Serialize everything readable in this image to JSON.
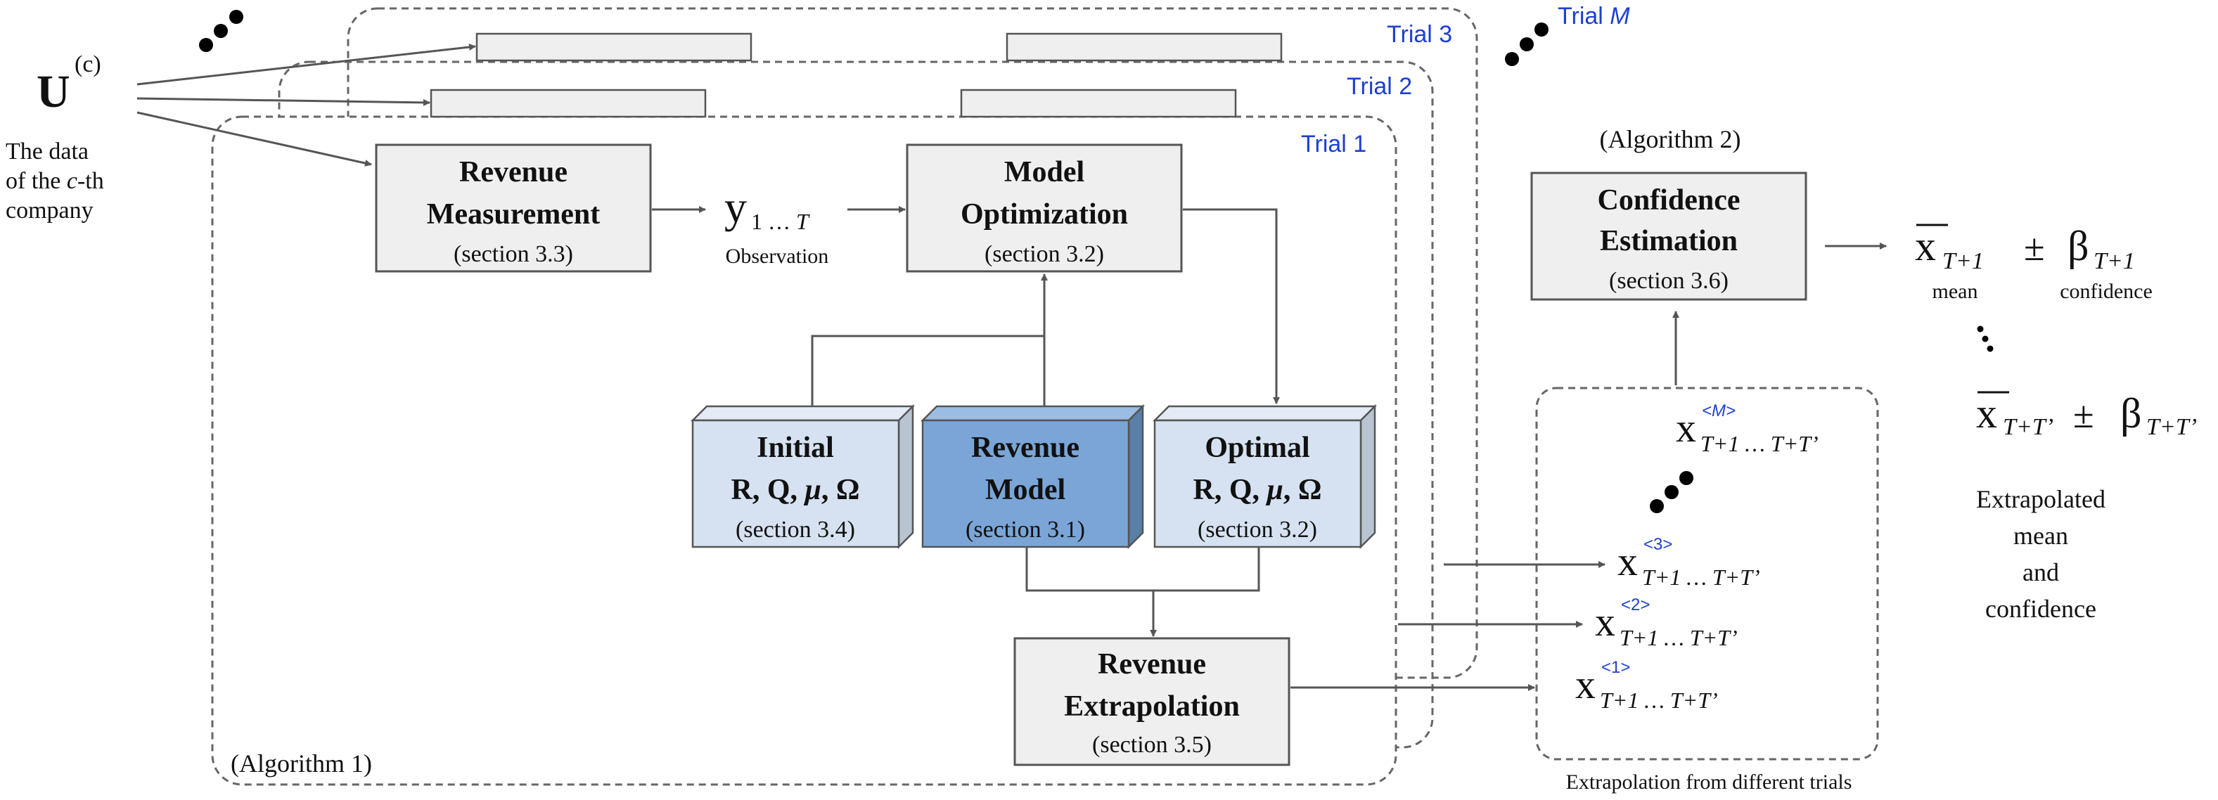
{
  "colors": {
    "box_fill": "#efefef",
    "box_stroke": "#555555",
    "cube_light": "#d6e2f1",
    "cube_dark": "#7aa5d6",
    "trial_label": "#1f3fd0",
    "line": "#555555"
  },
  "input": {
    "symbol": "U",
    "superscript": "(c)",
    "caption_line1": "The data",
    "caption_line2_pre": "of the ",
    "caption_line2_italic": "c",
    "caption_line2_post": "-th",
    "caption_line3": "company"
  },
  "trials": {
    "trial1": "Trial 1",
    "trial2": "Trial 2",
    "trial3": "Trial 3",
    "trialM_prefix": "Trial ",
    "trialM_var": "M"
  },
  "algorithm1_label": "(Algorithm 1)",
  "algorithm2_label": "(Algorithm 2)",
  "revenue_measurement": {
    "line1": "Revenue",
    "line2": "Measurement",
    "section": "(section 3.3)"
  },
  "observation": {
    "symbol": "y",
    "subscript": "1 … ",
    "subscript_var": "T",
    "label": "Observation"
  },
  "model_optimization": {
    "line1": "Model",
    "line2": "Optimization",
    "section": "(section 3.2)"
  },
  "initial_params": {
    "line1": "Initial",
    "line2_plain": "R, Q, ",
    "line2_mu": "μ",
    "line2_end": ", Ω",
    "section": "(section 3.4)"
  },
  "revenue_model": {
    "line1": "Revenue",
    "line2": "Model",
    "section": "(section 3.1)"
  },
  "optimal_params": {
    "line1": "Optimal",
    "line2_plain": "R, Q, ",
    "line2_mu": "μ",
    "line2_end": ", Ω",
    "section": "(section 3.2)"
  },
  "revenue_extrapolation": {
    "line1": "Revenue",
    "line2": "Extrapolation",
    "section": "(section 3.5)"
  },
  "confidence_estimation": {
    "line1": "Confidence",
    "line2": "Estimation",
    "section": "(section 3.6)"
  },
  "extrapolations": {
    "symbol": "x",
    "range_sub": "T+1 … T+T’",
    "sup_M": "<M>",
    "sup_3": "<3>",
    "sup_2": "<2>",
    "sup_1": "<1>",
    "caption": "Extrapolation from different trials"
  },
  "outputs": {
    "x_symbol": "x",
    "first_sub": "T+1",
    "last_sub": "T+T’",
    "pm": "±",
    "beta": "β",
    "mean_label": "mean",
    "confidence_label": "confidence",
    "caption_line1": "Extrapolated",
    "caption_line2": "mean",
    "caption_line3": "and",
    "caption_line4": "confidence"
  }
}
